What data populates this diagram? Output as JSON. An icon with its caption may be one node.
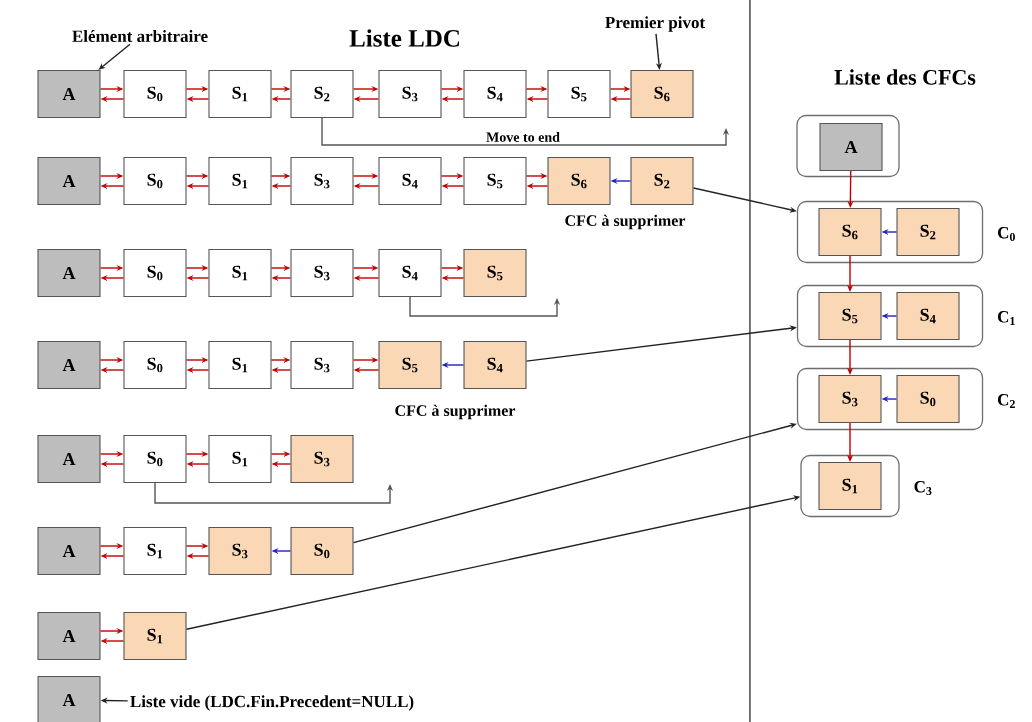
{
  "diagram": {
    "nodes": [
      {
        "text": [
          "Elément arbitraire"
        ]
      },
      {
        "text": [
          "Premier pivot"
        ]
      },
      {
        "text": [
          "A"
        ]
      },
      {
        "text": [
          "S$_{0}$"
        ]
      },
      {
        "text": [
          "S$_{1}$"
        ]
      },
      {
        "text": [
          "S$_{2}$"
        ]
      },
      {
        "text": [
          "S$_{3}$"
        ]
      },
      {
        "text": [
          "S$_{4}$"
        ]
      },
      {
        "text": [
          "S$_{5}$"
        ]
      },
      {
        "text": [
          "S$_{6}$"
        ]
      },
      {
        "text": [
          "A"
        ]
      },
      {
        "text": [
          "S$_{0}$"
        ]
      },
      {
        "text": [
          "S$_{1}$"
        ]
      },
      {
        "text": [
          "S$_{3}$"
        ]
      },
      {
        "text": [
          "S$_{4}$"
        ]
      },
      {
        "text": [
          "S$_{5}$"
        ]
      },
      {
        "text": [
          "S$_{6}$"
        ]
      },
      {
        "text": [
          "S$_{2}$"
        ]
      },
      {
        "text": [
          "A"
        ]
      },
      {
        "text": [
          "S$_{0}$"
        ]
      },
      {
        "text": [
          "S$_{1}$"
        ]
      },
      {
        "text": [
          "S$_{3}$"
        ]
      },
      {
        "text": [
          "S$_{4}$"
        ]
      },
      {
        "text": [
          "S$_{5}$"
        ]
      },
      {
        "text": [
          "A"
        ]
      },
      {
        "text": [
          "S$_{0}$"
        ]
      },
      {
        "text": [
          "S$_{1}$"
        ]
      },
      {
        "text": [
          "S$_{3}$"
        ]
      },
      {
        "text": [
          "S$_{5}$"
        ]
      },
      {
        "text": [
          "S$_{4}$"
        ]
      },
      {
        "text": [
          "A"
        ]
      },
      {
        "text": [
          "S$_{0}$"
        ]
      },
      {
        "text": [
          "S$_{1}$"
        ]
      },
      {
        "text": [
          "S$_{3}$"
        ]
      },
      {
        "text": [
          "A"
        ]
      },
      {
        "text": [
          "S$_{1}$"
        ]
      },
      {
        "text": [
          "S$_{3}$"
        ]
      },
      {
        "text": [
          "S$_{0}$"
        ]
      },
      {
        "text": [
          "A"
        ]
      },
      {
        "text": [
          "S$_{1}$"
        ]
      },
      {
        "text": [
          "A"
        ]
      },
      {
        "text": [
          "Liste vide (LDC.Fin.Precedent=NULL)"
        ]
      },
      {
        "text": [],
        "shape": "box"
      },
      {
        "text": [
          "A"
        ],
        "in": 42
      },
      {
        "text": [],
        "shape": "box",
        "beside": [
          "C$_{0}$"
        ]
      },
      {
        "text": [
          "S$_{6}$"
        ],
        "in": 44
      },
      {
        "text": [
          "S$_{2}$"
        ],
        "in": 44
      },
      {
        "text": [],
        "shape": "box",
        "beside": [
          "C$_{1}$"
        ]
      },
      {
        "text": [
          "S$_{5}$"
        ],
        "in": 47
      },
      {
        "text": [
          "S$_{4}$"
        ],
        "in": 47
      },
      {
        "text": [],
        "shape": "box",
        "beside": [
          "C$_{2}$"
        ]
      },
      {
        "text": [
          "S$_{3}$"
        ],
        "in": 50
      },
      {
        "text": [
          "S$_{0}$"
        ],
        "in": 50
      },
      {
        "text": [],
        "shape": "box",
        "beside": [
          "C$_{3}$"
        ]
      },
      {
        "text": [
          "S$_{1}$"
        ],
        "in": 53
      }
    ],
    "edges": [
      {
        "from": 0,
        "to": 2,
        "arrow": "to",
        "color": "#222222"
      },
      {
        "from": 1,
        "to": 9,
        "arrow": "to",
        "color": "#222222"
      },
      {
        "from": 2,
        "to": 3,
        "arrow": "to"
      },
      {
        "from": 3,
        "to": 2,
        "arrow": "to"
      },
      {
        "from": 3,
        "to": 4,
        "arrow": "to"
      },
      {
        "from": 4,
        "to": 3,
        "arrow": "to"
      },
      {
        "from": 4,
        "to": 5,
        "arrow": "to"
      },
      {
        "from": 5,
        "to": 4,
        "arrow": "to"
      },
      {
        "from": 5,
        "to": 6,
        "arrow": "to"
      },
      {
        "from": 6,
        "to": 5,
        "arrow": "to"
      },
      {
        "from": 6,
        "to": 7,
        "arrow": "to"
      },
      {
        "from": 7,
        "to": 6,
        "arrow": "to"
      },
      {
        "from": 7,
        "to": 8,
        "arrow": "to"
      },
      {
        "from": 8,
        "to": 7,
        "arrow": "to"
      },
      {
        "from": 8,
        "to": 9,
        "arrow": "to"
      },
      {
        "from": 9,
        "to": 8,
        "arrow": "to"
      },
      {
        "from": 5,
        "to": null,
        "arrow": "to",
        "label": "Move to end",
        "color": "#555555"
      },
      {
        "from": 10,
        "to": 11,
        "arrow": "to"
      },
      {
        "from": 11,
        "to": 10,
        "arrow": "to"
      },
      {
        "from": 11,
        "to": 12,
        "arrow": "to"
      },
      {
        "from": 12,
        "to": 11,
        "arrow": "to"
      },
      {
        "from": 12,
        "to": 13,
        "arrow": "to"
      },
      {
        "from": 13,
        "to": 12,
        "arrow": "to"
      },
      {
        "from": 13,
        "to": 14,
        "arrow": "to"
      },
      {
        "from": 14,
        "to": 13,
        "arrow": "to"
      },
      {
        "from": 14,
        "to": 15,
        "arrow": "to"
      },
      {
        "from": 15,
        "to": 14,
        "arrow": "to"
      },
      {
        "from": 15,
        "to": 16,
        "arrow": "to"
      },
      {
        "from": 16,
        "to": 15,
        "arrow": "to"
      },
      {
        "from": 17,
        "to": 16,
        "arrow": "to",
        "color": "#2020c0"
      },
      {
        "from": 17,
        "to": 44,
        "arrow": "to",
        "color": "#222222"
      },
      {
        "from": 18,
        "to": 19,
        "arrow": "to"
      },
      {
        "from": 19,
        "to": 18,
        "arrow": "to"
      },
      {
        "from": 19,
        "to": 20,
        "arrow": "to"
      },
      {
        "from": 20,
        "to": 19,
        "arrow": "to"
      },
      {
        "from": 20,
        "to": 21,
        "arrow": "to"
      },
      {
        "from": 21,
        "to": 20,
        "arrow": "to"
      },
      {
        "from": 21,
        "to": 22,
        "arrow": "to"
      },
      {
        "from": 22,
        "to": 21,
        "arrow": "to"
      },
      {
        "from": 22,
        "to": 23,
        "arrow": "to"
      },
      {
        "from": 23,
        "to": 22,
        "arrow": "to"
      },
      {
        "from": 22,
        "to": null,
        "arrow": "to",
        "color": "#555555"
      },
      {
        "from": 24,
        "to": 25,
        "arrow": "to"
      },
      {
        "from": 25,
        "to": 24,
        "arrow": "to"
      },
      {
        "from": 25,
        "to": 26,
        "arrow": "to"
      },
      {
        "from": 26,
        "to": 25,
        "arrow": "to"
      },
      {
        "from": 26,
        "to": 27,
        "arrow": "to"
      },
      {
        "from": 27,
        "to": 26,
        "arrow": "to"
      },
      {
        "from": 27,
        "to": 28,
        "arrow": "to"
      },
      {
        "from": 28,
        "to": 27,
        "arrow": "to"
      },
      {
        "from": 29,
        "to": 28,
        "arrow": "to",
        "color": "#2020c0"
      },
      {
        "from": 29,
        "to": 47,
        "arrow": "to",
        "color": "#222222"
      },
      {
        "from": 30,
        "to": 31,
        "arrow": "to"
      },
      {
        "from": 31,
        "to": 30,
        "arrow": "to"
      },
      {
        "from": 31,
        "to": 32,
        "arrow": "to"
      },
      {
        "from": 32,
        "to": 31,
        "arrow": "to"
      },
      {
        "from": 32,
        "to": 33,
        "arrow": "to"
      },
      {
        "from": 33,
        "to": 32,
        "arrow": "to"
      },
      {
        "from": 31,
        "to": null,
        "arrow": "to",
        "color": "#555555"
      },
      {
        "from": 34,
        "to": 35,
        "arrow": "to"
      },
      {
        "from": 35,
        "to": 34,
        "arrow": "to"
      },
      {
        "from": 35,
        "to": 36,
        "arrow": "to"
      },
      {
        "from": 36,
        "to": 35,
        "arrow": "to"
      },
      {
        "from": 37,
        "to": 36,
        "arrow": "to",
        "color": "#2020c0"
      },
      {
        "from": 37,
        "to": 50,
        "arrow": "to",
        "color": "#222222"
      },
      {
        "from": 38,
        "to": 39,
        "arrow": "to"
      },
      {
        "from": 39,
        "to": 38,
        "arrow": "to"
      },
      {
        "from": 39,
        "to": 53,
        "arrow": "to",
        "color": "#222222"
      },
      {
        "from": 41,
        "to": 40,
        "arrow": "to",
        "color": "#222222"
      },
      {
        "from": 43,
        "to": 45,
        "arrow": "to"
      },
      {
        "from": 46,
        "to": 45,
        "arrow": "to",
        "color": "#2020c0"
      },
      {
        "from": 45,
        "to": 48,
        "arrow": "to"
      },
      {
        "from": 49,
        "to": 48,
        "arrow": "to",
        "color": "#2020c0"
      },
      {
        "from": 48,
        "to": 51,
        "arrow": "to"
      },
      {
        "from": 52,
        "to": 51,
        "arrow": "to",
        "color": "#2020c0"
      },
      {
        "from": 51,
        "to": 54,
        "arrow": "to"
      }
    ],
    "labels": [
      "Liste LDC",
      "Liste des CFCs",
      "CFC à supprimer",
      "CFC à supprimer"
    ]
  }
}
